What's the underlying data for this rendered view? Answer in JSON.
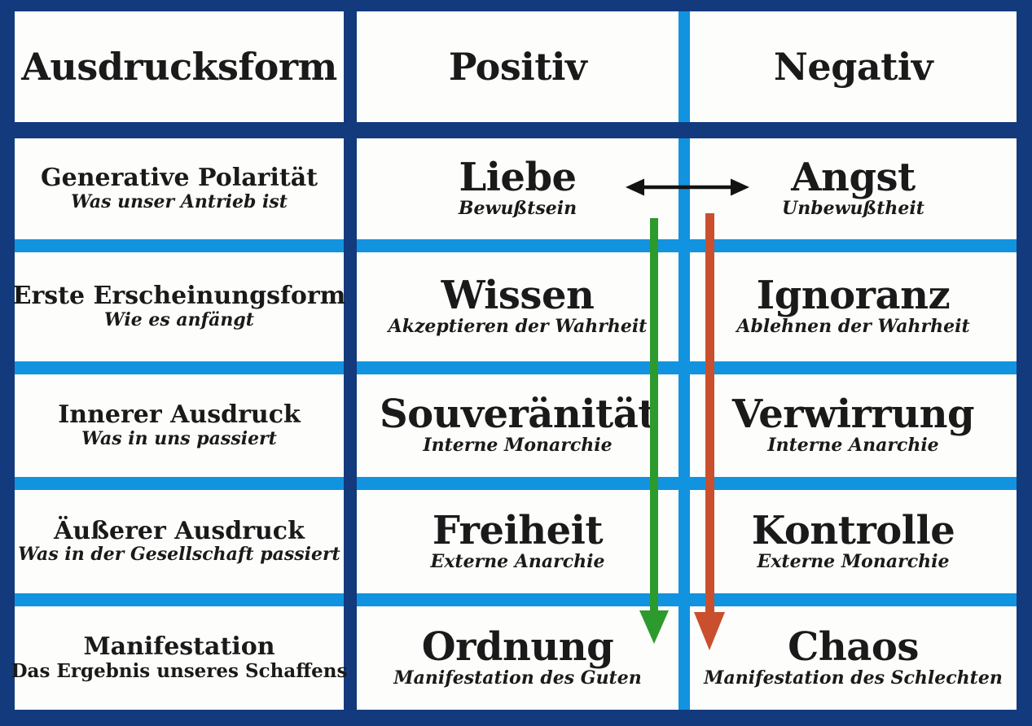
{
  "header": {
    "col_form": "Ausdrucksform",
    "col_positive": "Positiv",
    "col_negative": "Negativ"
  },
  "rows": [
    {
      "label": "Generative Polarität",
      "sublabel": "Was unser Antrieb ist",
      "positive": "Liebe",
      "positive_sub": "Bewußtsein",
      "negative": "Angst",
      "negative_sub": "Unbewußtheit"
    },
    {
      "label": "Erste Erscheinungsform",
      "sublabel": "Wie es anfängt",
      "positive": "Wissen",
      "positive_sub": "Akzeptieren der Wahrheit",
      "negative": "Ignoranz",
      "negative_sub": "Ablehnen der Wahrheit"
    },
    {
      "label": "Innerer Ausdruck",
      "sublabel": "Was in uns passiert",
      "positive": "Souveränität",
      "positive_sub": "Interne Monarchie",
      "negative": "Verwirrung",
      "negative_sub": "Interne Anarchie"
    },
    {
      "label": "Äußerer Ausdruck",
      "sublabel": "Was in der Gesellschaft passiert",
      "positive": "Freiheit",
      "positive_sub": "Externe Anarchie",
      "negative": "Kontrolle",
      "negative_sub": "Externe Monarchie"
    },
    {
      "label": "Manifestation",
      "sublabel": "Das Ergebnis unseres Schaffens",
      "positive": "Ordnung",
      "positive_sub": "Manifestation des Guten",
      "negative": "Chaos",
      "negative_sub": "Manifestation des Schlechten"
    }
  ],
  "icons": {
    "polarity_arrow": "black-double-headed-horizontal-arrow",
    "positive_flow_arrow": "green-downward-arrow",
    "negative_flow_arrow": "red-downward-arrow"
  },
  "colors": {
    "background_navy": "#133A7D",
    "separator_blue": "#1193E0",
    "cell_white": "#FDFDFB",
    "arrow_green": "#2D9A2D",
    "arrow_red": "#C94F2E",
    "arrow_black": "#131313"
  }
}
